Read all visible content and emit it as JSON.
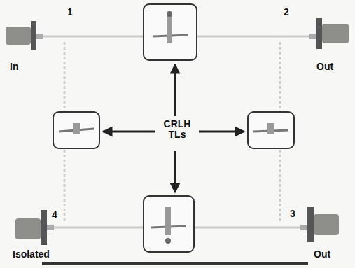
{
  "diagram": {
    "labels": [
      "1",
      "In",
      "2",
      "Out",
      "CRLH TLs",
      "4",
      "Isolated",
      "3",
      "Out"
    ]
  }
}
